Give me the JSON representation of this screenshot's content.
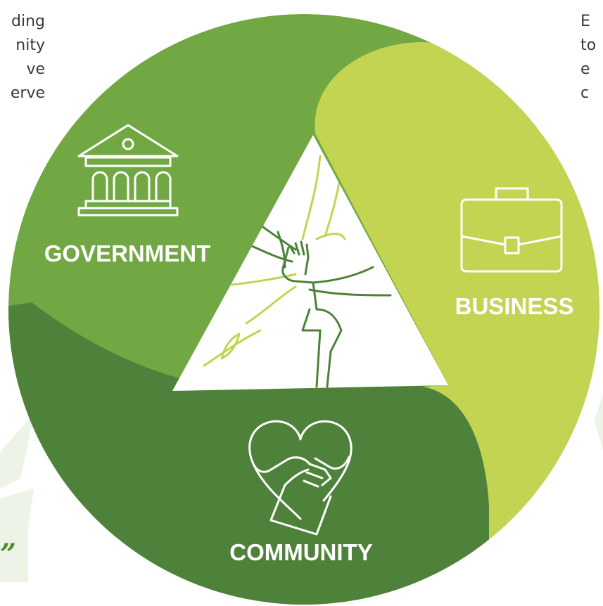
{
  "left_text_lines": [
    "ding",
    "nity",
    "ve",
    "erve"
  ],
  "right_text_lines": [
    "E",
    "to",
    "e",
    "c"
  ],
  "segments": {
    "government": {
      "label": "GOVERNMENT",
      "icon": "bank-building-icon",
      "color": "#72a843"
    },
    "business": {
      "label": "BUSINESS",
      "icon": "briefcase-icon",
      "color": "#c2d452"
    },
    "community": {
      "label": "COMMUNITY",
      "icon": "heart-hands-icon",
      "color": "#4e823a"
    }
  },
  "center": {
    "icon": "stacked-hands-icon"
  },
  "quote_mark": "”",
  "colors": {
    "dark_green": "#4e823a",
    "mid_green": "#72a843",
    "light_green": "#c2d452",
    "callout_bg": "#edf3e6"
  }
}
